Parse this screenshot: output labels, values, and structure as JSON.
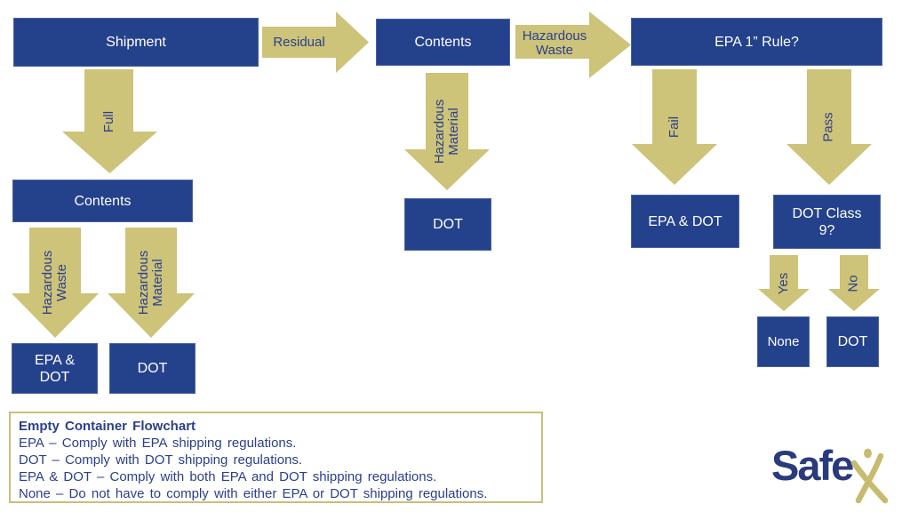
{
  "colors": {
    "box_blue": "#24418C",
    "arrow_tan": "#CDC379",
    "label_blue": "#2B3F8C",
    "legend_border": "#C9BE7B",
    "logo_blue": "#2A3B7D",
    "logo_gold": "#C8BB6F"
  },
  "nodes": {
    "shipment": "Shipment",
    "contents_top": "Contents",
    "epa_rule": "EPA 1” Rule?",
    "contents_left": "Contents",
    "epa_dot_left": "EPA & DOT",
    "dot_left": "DOT",
    "dot_mid": "DOT",
    "epa_dot_right": "EPA & DOT",
    "dot_class9": "DOT Class 9?",
    "none_box": "None",
    "dot_right": "DOT"
  },
  "arrows": {
    "residual": "Residual",
    "hazardous_waste_top": "Hazardous Waste",
    "full": "Full",
    "hazardous_waste_left": "Hazardous Waste",
    "hazardous_material_left": "Hazardous Material",
    "hazardous_material_mid": "Hazardous Material",
    "fail": "Fail",
    "pass": "Pass",
    "yes": "Yes",
    "no": "No"
  },
  "legend": {
    "title": "Empty Container Flowchart",
    "lines": [
      "EPA – Comply with EPA shipping regulations.",
      "DOT – Comply with DOT shipping regulations.",
      "EPA & DOT – Comply with both EPA and DOT shipping regulations.",
      "None – Do not have to comply with either EPA or DOT shipping regulations."
    ]
  },
  "logo": {
    "text": "Safe",
    "mark": "x-figure"
  }
}
